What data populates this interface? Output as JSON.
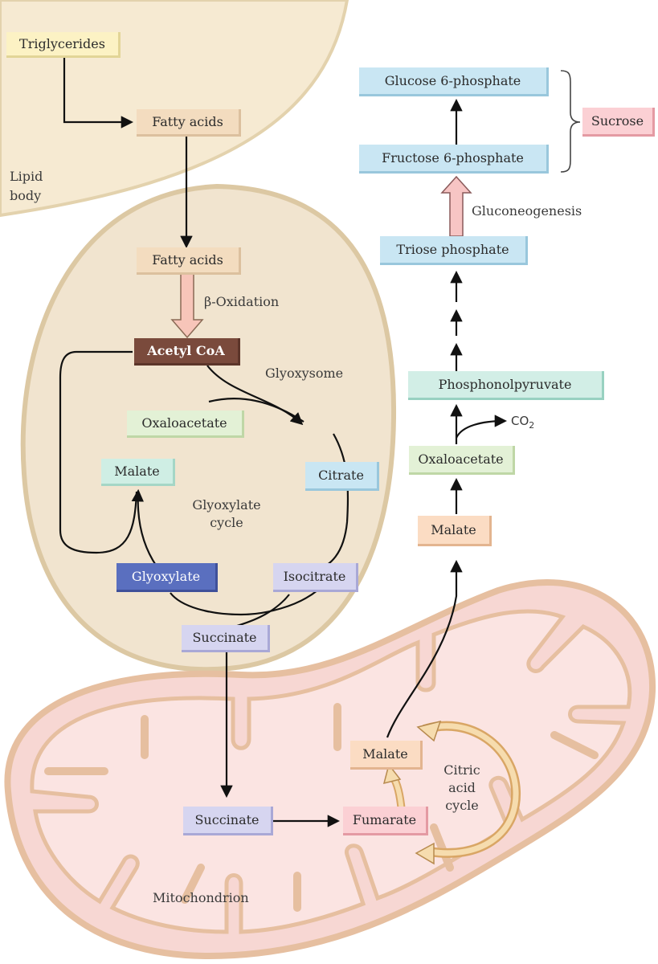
{
  "compartments": {
    "lipid_body": "Lipid\nbody",
    "glyoxysome": "Glyoxysome",
    "mitochondrion": "Mitochondrion"
  },
  "molecules": {
    "triglycerides": "Triglycerides",
    "fatty_acids_lipid": "Fatty acids",
    "fatty_acids_glyoxysome": "Fatty acids",
    "acetyl_coa": "Acetyl CoA",
    "oxaloacetate_glyoxysome": "Oxaloacetate",
    "malate_glyoxysome": "Malate",
    "citrate": "Citrate",
    "glyoxylate": "Glyoxylate",
    "isocitrate": "Isocitrate",
    "succinate_glyoxysome": "Succinate",
    "succinate_mito": "Succinate",
    "fumarate": "Fumarate",
    "malate_mito": "Malate",
    "malate_cytosol": "Malate",
    "oxaloacetate_cytosol": "Oxaloacetate",
    "co2_base": "CO",
    "co2_sub": "2",
    "pep": "Phosphonolpyruvate",
    "triose_phosphate": "Triose phosphate",
    "fructose_6p": "Fructose 6-phosphate",
    "glucose_6p": "Glucose 6-phosphate",
    "sucrose": "Sucrose"
  },
  "processes": {
    "beta_oxidation": "β-Oxidation",
    "glyoxylate_cycle": "Glyoxylate\ncycle",
    "citric_acid_cycle": "Citric\nacid\ncycle",
    "gluconeogenesis": "Gluconeogenesis"
  }
}
